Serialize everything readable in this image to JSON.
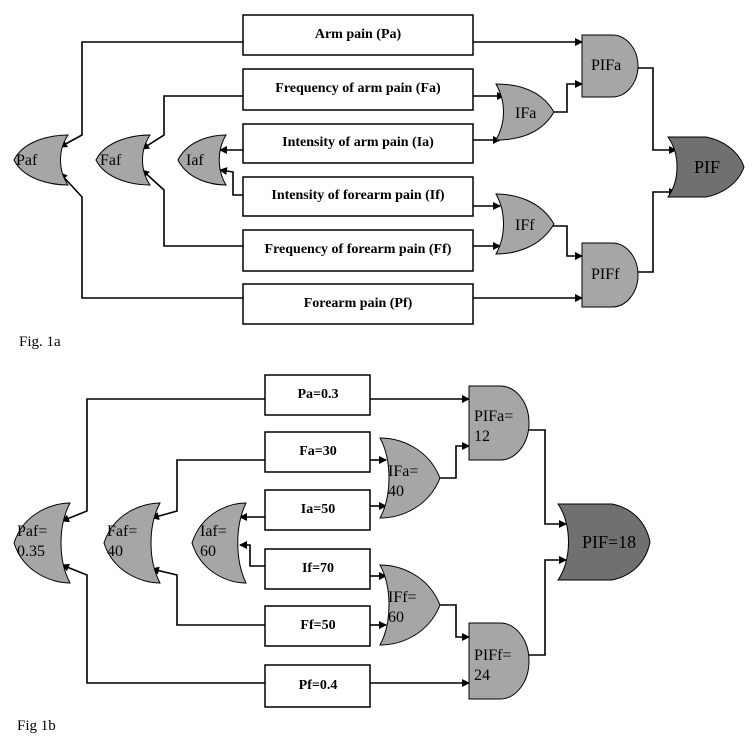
{
  "fig_a": {
    "caption": "Fig. 1a",
    "boxes": {
      "pa": "Arm pain (Pa)",
      "fa": "Frequency of arm pain (Fa)",
      "ia": "Intensity of arm pain (Ia)",
      "if": "Intensity of forearm pain (If)",
      "ff": "Frequency of forearm pain (Ff)",
      "pf": "Forearm pain (Pf)"
    },
    "gates": {
      "ifa": "IFa",
      "iff": "IFf",
      "pifa": "PIFa",
      "piff": "PIFf",
      "pif": "PIF",
      "paf": "Paf",
      "faf": "Faf",
      "iaf": "Iaf"
    }
  },
  "fig_b": {
    "caption": "Fig 1b",
    "boxes": {
      "pa": "Pa=0.3",
      "fa": "Fa=30",
      "ia": "Ia=50",
      "if": "If=70",
      "ff": "Ff=50",
      "pf": "Pf=0.4"
    },
    "gates": {
      "ifa": [
        "IFa=",
        "40"
      ],
      "iff": [
        "IFf=",
        "60"
      ],
      "pifa": [
        "PIFa=",
        "12"
      ],
      "piff": [
        "PIFf=",
        "24"
      ],
      "pif": "PIF=18",
      "paf": [
        "Paf=",
        "0.35"
      ],
      "faf": [
        "Faf=",
        "40"
      ],
      "iaf": [
        "Iaf=",
        "60"
      ]
    }
  }
}
